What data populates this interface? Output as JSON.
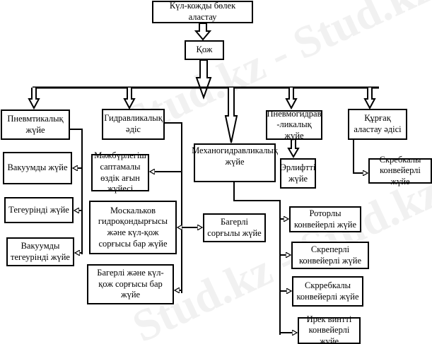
{
  "watermark": "Stud.kz - Stud.kz",
  "nodes": {
    "root": "Күл-кожды бөлек аластау",
    "kozh": "Қож",
    "pnevm": "Пневмтикалық жүйе",
    "gidr": "Гидравликалық әдіс",
    "mekhano": "Механогидравликалық жүйе",
    "pnevmogidr": "Пневмогидрав -ликалық жүйе",
    "kurgak": "Құрғақ аластау әдісі",
    "vakuum": "Вакуумды жүйе",
    "mazhbur": "Мәжбүрлегіш саптамалы өздік ағын жүйесі",
    "erlift": "Эрлифтті жүйе",
    "skrebkaly1": "Скребкалы конвейерлі жүйе",
    "tegeurin": "Тегеурінді жүйе",
    "moskalkov": "Москальков гидроқондырғысы және күл-қож сорғысы бар жүйе",
    "bagerli_sorg": "Багерлі сорғылы жүйе",
    "vak_teg": "Вакуумды тегеурінді жүйе",
    "bagerli_kul": "Багерлі және күл-қож сорғысы бар жүйе",
    "rotorly": "Роторлы конвейерлі жүйе",
    "skreperli": "Скреперлі конвейерлі жүйе",
    "skrrebkaly": "Скрребкалы конвейерлі жүйе",
    "irek": "Ирек винтті конвейерлі жүйе"
  }
}
